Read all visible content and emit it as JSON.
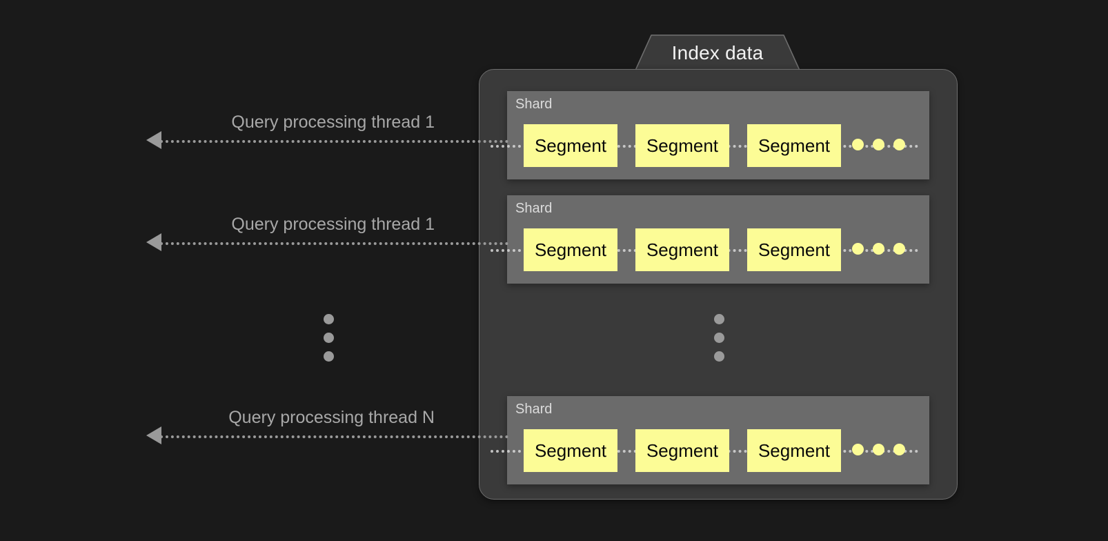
{
  "diagram": {
    "title": "Index data",
    "background_color": "#1a1a1a",
    "panel_color": "#3a3a3a",
    "shard_color": "#6b6b6b",
    "segment_color": "#fcfc96",
    "line_color": "#9a9a9a",
    "label_color": "#a8a8a8"
  },
  "threads": [
    {
      "label": "Query processing thread 1"
    },
    {
      "label": "Query processing thread 1"
    },
    {
      "label": "Query processing thread N"
    }
  ],
  "shards": [
    {
      "label": "Shard",
      "segments": [
        {
          "label": "Segment"
        },
        {
          "label": "Segment"
        },
        {
          "label": "Segment"
        }
      ],
      "continuation": "…"
    },
    {
      "label": "Shard",
      "segments": [
        {
          "label": "Segment"
        },
        {
          "label": "Segment"
        },
        {
          "label": "Segment"
        }
      ],
      "continuation": "…"
    },
    {
      "label": "Shard",
      "segments": [
        {
          "label": "Segment"
        },
        {
          "label": "Segment"
        },
        {
          "label": "Segment"
        }
      ],
      "continuation": "…"
    }
  ],
  "ellipsis": {
    "left": "⋮",
    "right": "⋮"
  }
}
